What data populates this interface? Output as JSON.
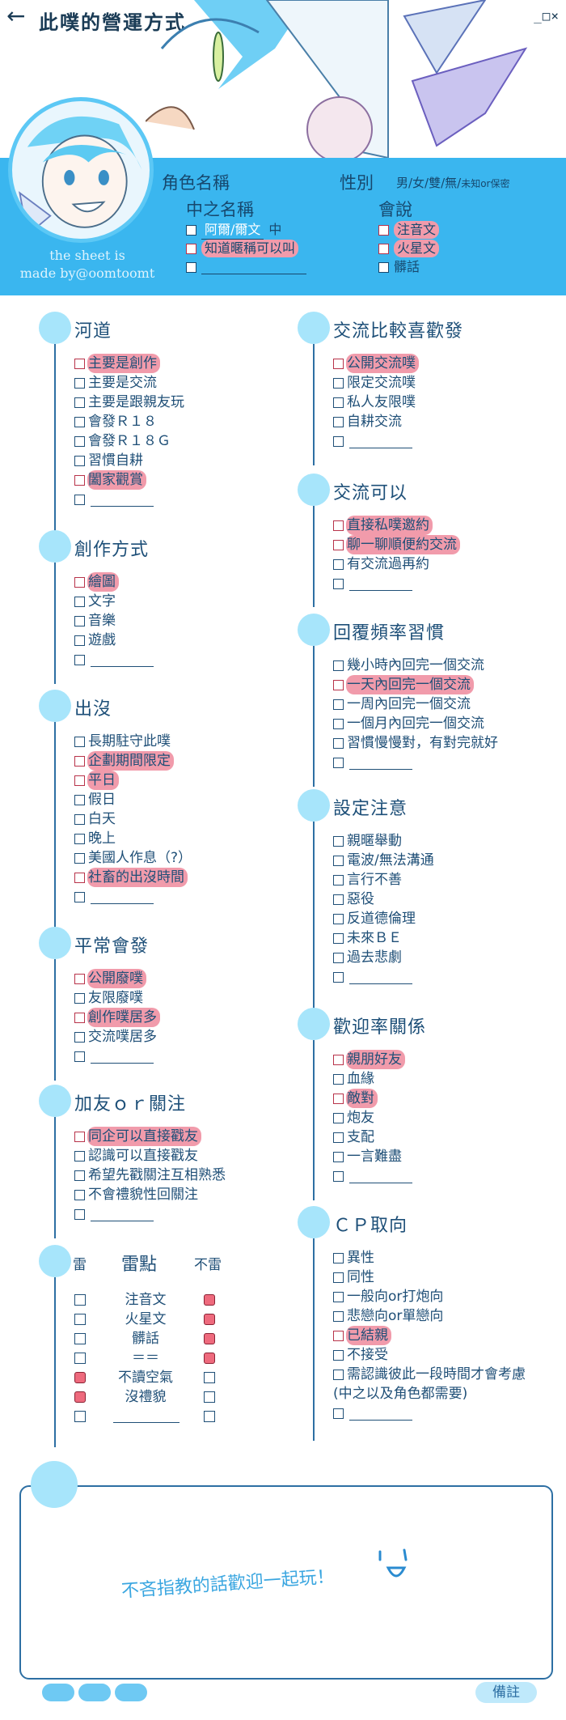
{
  "header": {
    "title": "此噗的營運方式",
    "window_controls": "_□×",
    "credit_line1": "the sheet is",
    "credit_line2": "made by@oomtoomt"
  },
  "info": {
    "role_name": "角色名稱",
    "gender_label": "性別",
    "gender_options": "男/女/雙/無/",
    "gender_unknown": "未知or保密",
    "inner_name": "中之名稱",
    "inner_value": "阿爾/爾文",
    "inner_suffix": "中",
    "inner_note": "知道暱稱可以叫",
    "language_label": "會說",
    "languages": [
      {
        "label": "注音文",
        "checked": true
      },
      {
        "label": "火星文",
        "checked": true
      },
      {
        "label": "髒話",
        "checked": false
      }
    ]
  },
  "sections": {
    "river": {
      "title": "河道",
      "items": [
        {
          "label": "主要是創作",
          "checked": true
        },
        {
          "label": "主要是交流",
          "checked": false
        },
        {
          "label": "主要是跟親友玩",
          "checked": false
        },
        {
          "label": "會發Ｒ１８",
          "checked": false
        },
        {
          "label": "會發Ｒ１８Ｇ",
          "checked": false
        },
        {
          "label": "習慣自耕",
          "checked": false
        },
        {
          "label": "闔家觀賞",
          "checked": true
        }
      ]
    },
    "creation": {
      "title": "創作方式",
      "items": [
        {
          "label": "繪圖",
          "checked": true
        },
        {
          "label": "文字",
          "checked": false
        },
        {
          "label": "音樂",
          "checked": false
        },
        {
          "label": "遊戲",
          "checked": false
        }
      ]
    },
    "presence": {
      "title": "出沒",
      "items": [
        {
          "label": "長期駐守此噗",
          "checked": false
        },
        {
          "label": "企劃期間限定",
          "checked": true
        },
        {
          "label": "平日",
          "checked": true
        },
        {
          "label": "假日",
          "checked": false
        },
        {
          "label": "白天",
          "checked": false
        },
        {
          "label": "晚上",
          "checked": false
        },
        {
          "label": "美國人作息（?）",
          "checked": false
        },
        {
          "label": "社畜的出沒時間",
          "checked": true
        }
      ]
    },
    "usual": {
      "title": "平常會發",
      "items": [
        {
          "label": "公開廢噗",
          "checked": true
        },
        {
          "label": "友限廢噗",
          "checked": false
        },
        {
          "label": "創作噗居多",
          "checked": true
        },
        {
          "label": "交流噗居多",
          "checked": false
        }
      ]
    },
    "friend": {
      "title": "加友ｏｒ關注",
      "items": [
        {
          "label": "同企可以直接戳友",
          "checked": true
        },
        {
          "label": "認識可以直接戳友",
          "checked": false
        },
        {
          "label": "希望先戳關注互相熟悉",
          "checked": false
        },
        {
          "label": "不會禮貌性回關注",
          "checked": false
        }
      ]
    },
    "mines": {
      "col_left": "雷",
      "col_mid": "雷點",
      "col_right": "不雷",
      "rows": [
        {
          "label": "注音文",
          "left": false,
          "right": true
        },
        {
          "label": "火星文",
          "left": false,
          "right": true
        },
        {
          "label": "髒話",
          "left": false,
          "right": true
        },
        {
          "label": "＝＝",
          "left": false,
          "right": true
        },
        {
          "label": "不讀空氣",
          "left": true,
          "right": false
        },
        {
          "label": "沒禮貌",
          "left": true,
          "right": false
        }
      ]
    },
    "prefer": {
      "title": "交流比較喜歡發",
      "items": [
        {
          "label": "公開交流噗",
          "checked": true
        },
        {
          "label": "限定交流噗",
          "checked": false
        },
        {
          "label": "私人友限噗",
          "checked": false
        },
        {
          "label": "自耕交流",
          "checked": false
        }
      ]
    },
    "ok": {
      "title": "交流可以",
      "items": [
        {
          "label": "直接私噗邀約",
          "checked": true
        },
        {
          "label": "聊一聊順便約交流",
          "checked": true
        },
        {
          "label": "有交流過再約",
          "checked": false
        }
      ]
    },
    "reply": {
      "title": "回覆頻率習慣",
      "items": [
        {
          "label": "幾小時內回完一個交流",
          "checked": false
        },
        {
          "label": "一天內回完一個交流",
          "checked": true
        },
        {
          "label": "一周內回完一個交流",
          "checked": false
        },
        {
          "label": "一個月內回完一個交流",
          "checked": false
        },
        {
          "label": "習慣慢慢對，有對完就好",
          "checked": false
        }
      ]
    },
    "setting": {
      "title": "設定注意",
      "items": [
        {
          "label": "親暱舉動",
          "checked": false
        },
        {
          "label": "電波/無法溝通",
          "checked": false
        },
        {
          "label": "言行不善",
          "checked": false
        },
        {
          "label": "惡役",
          "checked": false
        },
        {
          "label": "反道德倫理",
          "checked": false
        },
        {
          "label": "未來ＢＥ",
          "checked": false
        },
        {
          "label": "過去悲劇",
          "checked": false
        }
      ]
    },
    "welcome": {
      "title": "歡迎率關係",
      "items": [
        {
          "label": "親朋好友",
          "checked": true
        },
        {
          "label": "血緣",
          "checked": false
        },
        {
          "label": "敵對",
          "checked": true
        },
        {
          "label": "炮友",
          "checked": false
        },
        {
          "label": "支配",
          "checked": false
        },
        {
          "label": "一言難盡",
          "checked": false
        }
      ]
    },
    "cp": {
      "title": "ＣＰ取向",
      "items": [
        {
          "label": "異性",
          "checked": false
        },
        {
          "label": "同性",
          "checked": false
        },
        {
          "label": "一般向or打炮向",
          "checked": false
        },
        {
          "label": "悲戀向or單戀向",
          "checked": false
        },
        {
          "label": "已結親",
          "checked": true
        },
        {
          "label": "不接受",
          "checked": false
        },
        {
          "label": "需認識彼此一段時間才會考慮",
          "checked": false
        }
      ],
      "footnote": "(中之以及角色都需要)"
    }
  },
  "note": {
    "message": "不吝指教的話歡迎一起玩！",
    "remark_button": "備註"
  },
  "colors": {
    "band": "#3ab6ef",
    "dot": "#a7e5fb",
    "highlight": "#f19bab",
    "text": "#1f4f77"
  }
}
